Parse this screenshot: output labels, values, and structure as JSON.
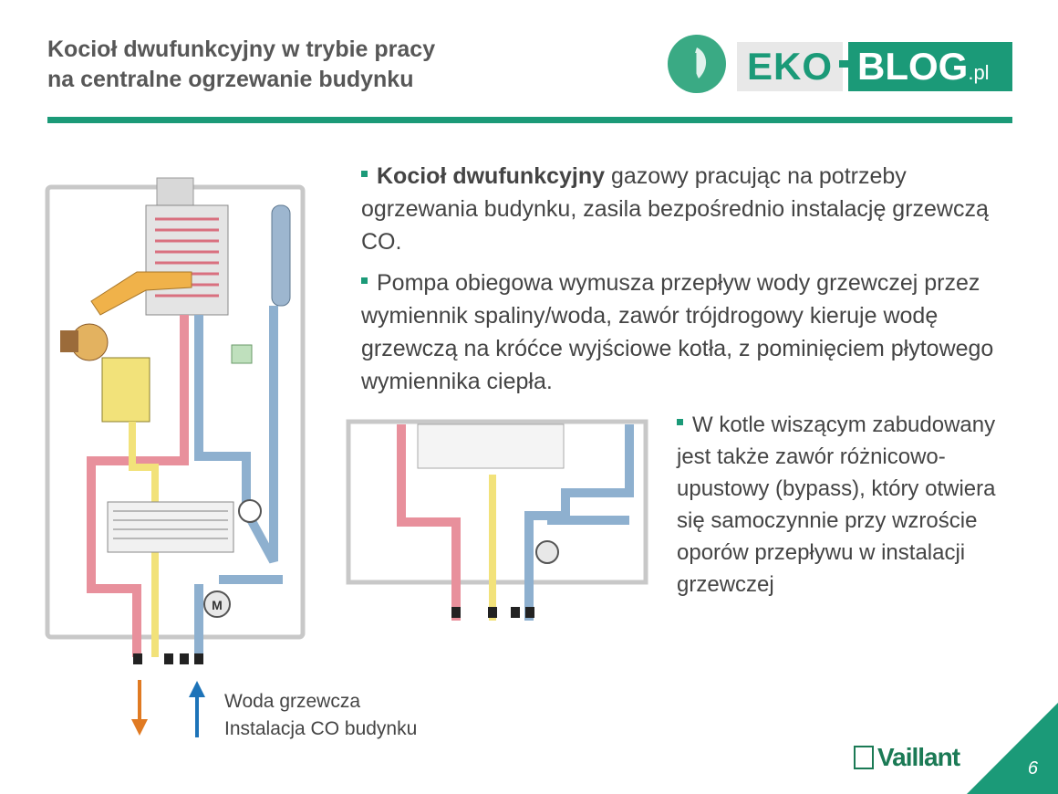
{
  "title": {
    "line1": "Kocioł dwufunkcyjny w trybie pracy",
    "line2": "na centralne ogrzewanie budynku"
  },
  "logo": {
    "eko": "EKO",
    "blog": "BLOG",
    "domain": ".pl"
  },
  "bullets": {
    "b1_bold": "Kocioł dwufunkcyjny",
    "b1_rest": " gazowy pracując na potrzeby ogrzewania budynku, zasila bezpośrednio instalację grzewczą CO.",
    "b2": "Pompa obiegowa wymusza przepływ wody grzewczej przez wymiennik spaliny/woda, zawór trójdrogowy kieruje wodę grzewczą na króćce wyjściowe kotła, z pominięciem płytowego wymiennika ciepła.",
    "b3": "W kotle wiszącym zabudowany jest także zawór różnicowo-upustowy (bypass), który otwiera się samoczynnie przy wzroście oporów przepływu w instalacji grzewczej"
  },
  "legend": {
    "line1": "Woda grzewcza",
    "line2": "Instalacja CO budynku"
  },
  "diagram_labels": {
    "motor": "M"
  },
  "brand": "Vaillant",
  "page_number": "6",
  "colors": {
    "accent": "#1b9a78",
    "hot_pipe": "#e8909c",
    "cold_pipe": "#8eb0cf",
    "gas_pipe": "#f2e27a",
    "burner": "#f0b24a",
    "frame": "#c8c8c8",
    "arrow_out": "#e07a22",
    "arrow_in": "#1d73b8"
  }
}
